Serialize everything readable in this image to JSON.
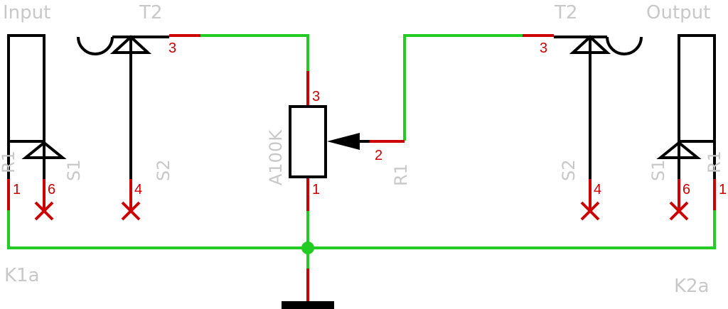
{
  "colors": {
    "wire": "#22cc22",
    "pin": "#cc0000",
    "symbol": "#000000",
    "label": "#c8c8c8",
    "pin_number": "#cc0000"
  },
  "labels": {
    "input": "Input",
    "output": "Output",
    "t2_left": "T2",
    "t2_right": "T2",
    "r1_value": "A100K",
    "r1_name": "R1",
    "s1_left": "S1",
    "s2_left": "S2",
    "s1_right": "S1",
    "s2_right": "S2",
    "r1_left_partial": "R1",
    "r1_right_partial": "R1",
    "k1a": "K1a",
    "k2a": "K2a"
  },
  "pins": {
    "t2_left_3": "3",
    "t2_right_3": "3",
    "r1_3": "3",
    "r1_2": "2",
    "r1_1": "1",
    "k1a_1": "1",
    "k1a_6": "6",
    "k1a_4": "4",
    "k2a_4": "4",
    "k2a_6": "6",
    "k2a_1": "1"
  }
}
